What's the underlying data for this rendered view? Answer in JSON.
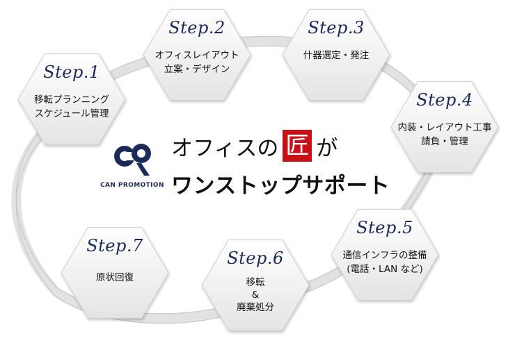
{
  "brand": {
    "name": "CAN PROMOTION"
  },
  "headline": {
    "line1_pre": "オフィスの",
    "line1_accent": "匠",
    "line1_post": "が",
    "line2": "ワンストップサポート"
  },
  "steps": [
    {
      "step": "Step.1",
      "desc": "移転プランニング\nスケジュール管理"
    },
    {
      "step": "Step.2",
      "desc": "オフィスレイアウト\n立案・デザイン"
    },
    {
      "step": "Step.3",
      "desc": "什器選定・発注"
    },
    {
      "step": "Step.4",
      "desc": "内装・レイアウト工事\n請負・管理"
    },
    {
      "step": "Step.5",
      "desc": "通信インフラの整備\n(電話・LAN など)"
    },
    {
      "step": "Step.6",
      "desc": "移転\n&\n廃棄処分"
    },
    {
      "step": "Step.7",
      "desc": "原状回復"
    }
  ],
  "colors": {
    "step_title": "#1c2a5a",
    "accent_red": "#c81016",
    "hex_fill_top": "#ffffff",
    "hex_fill_bottom": "#e6e6e6",
    "hex_stroke": "#cfcfcf"
  }
}
